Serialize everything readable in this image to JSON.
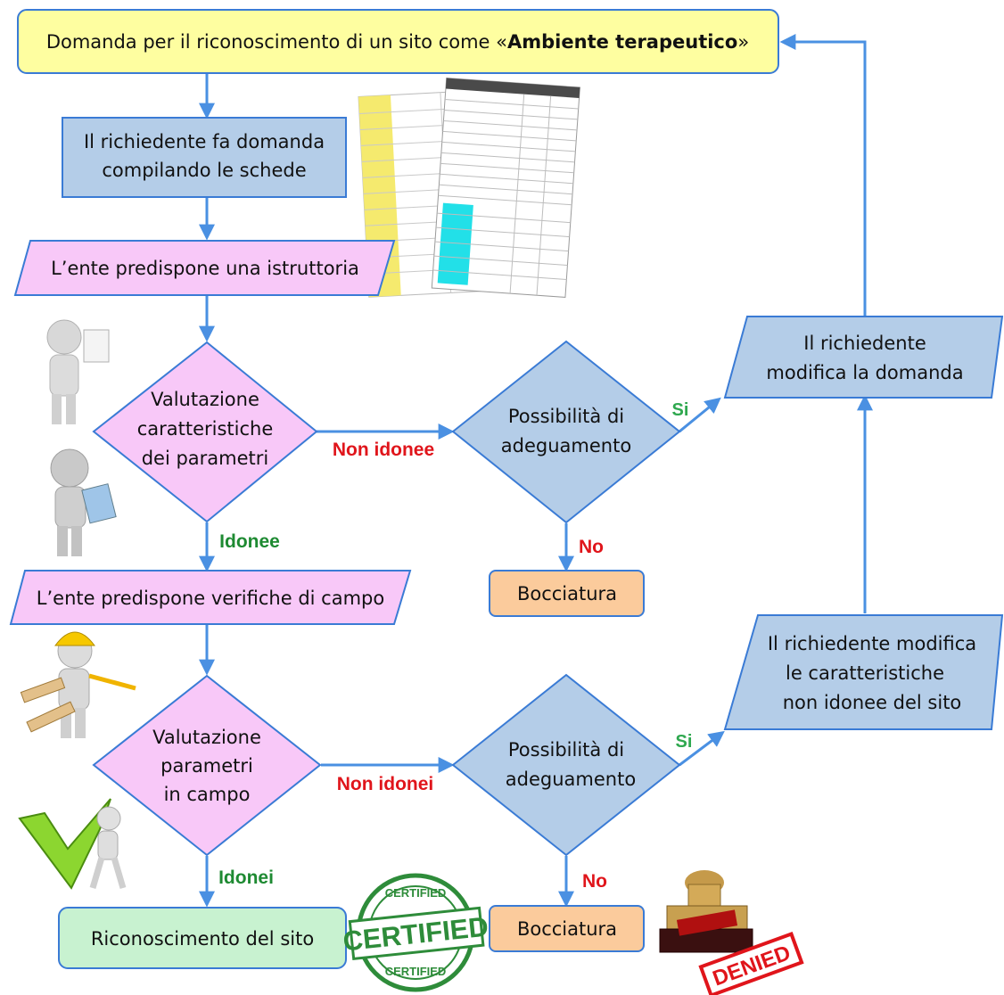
{
  "title_prefix": "Domanda per il riconoscimento di un sito come «",
  "title_bold": "Ambiente terapeutico",
  "title_suffix": "»",
  "step_apply": [
    "Il richiedente fa domanda",
    "compilando le schede"
  ],
  "step_istruttoria": "L’ente predispone una istruttoria",
  "decision_1": [
    "Valutazione",
    "caratteristiche",
    "dei parametri"
  ],
  "decision_adeg_1": [
    "Possibilità di",
    "adeguamento"
  ],
  "label_non_idonee": "Non idonee",
  "label_idonee": "Idonee",
  "label_si_1": "Si",
  "label_no_1": "No",
  "reject_1": "Bocciatura",
  "modify_domanda": [
    "Il richiedente",
    "modifica la domanda"
  ],
  "step_verifiche": "L’ente predispone verifiche di campo",
  "decision_2": [
    "Valutazione",
    "parametri",
    "in campo"
  ],
  "decision_adeg_2": [
    "Possibilità di",
    "adeguamento"
  ],
  "label_non_idonei": "Non idonei",
  "label_idonei": "Idonei",
  "label_si_2": "Si",
  "label_no_2": "No",
  "modify_site": [
    "Il richiedente modifica",
    "le caratteristiche",
    "non idonee del sito"
  ],
  "reject_2": "Bocciatura",
  "final_recognition": "Riconoscimento del sito",
  "stamp_certified": "CERTIFIED",
  "stamp_certified_small": "CERTIFIED",
  "stamp_denied": "DENIED",
  "colors": {
    "yellow": "#fefea0",
    "blue": "#b4cde8",
    "pink": "#f8c8f8",
    "orange": "#fbcb9c",
    "green": "#c8f2d0",
    "arrow": "#4a90e2",
    "border": "#3a7bd5"
  }
}
